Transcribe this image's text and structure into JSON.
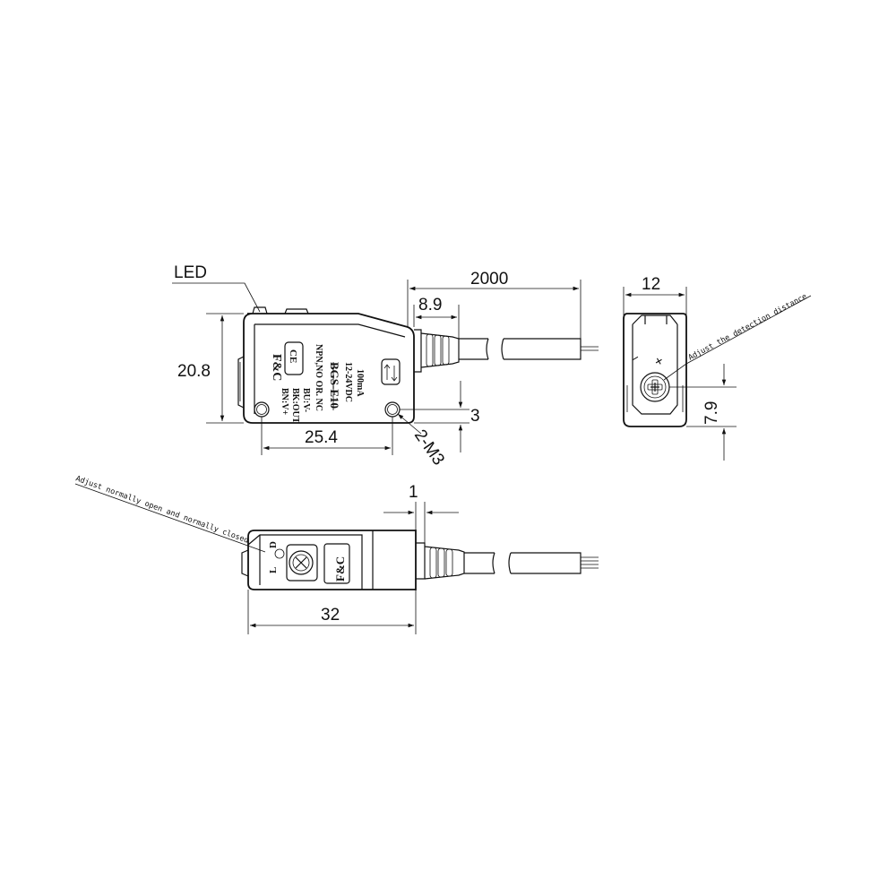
{
  "callouts": {
    "led": "LED",
    "adjust_distance": "Adjust the detection distance",
    "adjust_mode": "Adjust normally open and normally closed",
    "mounting_holes": "2-M3"
  },
  "dimensions": {
    "cable_length": "2000",
    "cable_gland": "8.9",
    "body_height": "20.8",
    "hole_pitch": "25.4",
    "hole_offset": "3",
    "body_width": "12",
    "knob_height": "7.9",
    "edge_offset": "1",
    "body_length": "32"
  },
  "product_label": {
    "brand": "F&C",
    "wiring_1": "BN:V+",
    "wiring_2": "BK:OUT",
    "wiring_3": "BU:V-",
    "output": "NPN,NO OR. NC",
    "model": "BGS-E10",
    "voltage": "12-24VDC",
    "current": "100mA",
    "ce": "CE",
    "mode_l": "L",
    "mode_d": "D",
    "minus": "−",
    "plus": "+"
  }
}
